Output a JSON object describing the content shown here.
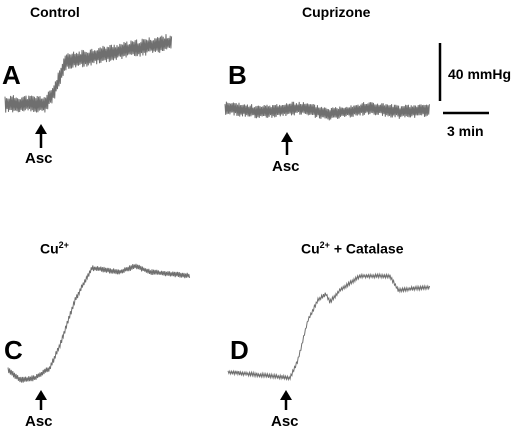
{
  "titles": {
    "control": "Control",
    "cuprizone": "Cuprizone",
    "cu_base": "Cu",
    "cu_sup": "2+",
    "cu_catalase_suffix": " + Catalase"
  },
  "panel_letters": {
    "a": "A",
    "b": "B",
    "c": "C",
    "d": "D"
  },
  "stimulus_label": "Asc",
  "scale_bar": {
    "vertical_label": "40 mmHg",
    "horizontal_label": "3 min"
  },
  "colors": {
    "trace": "#6f6f6f",
    "ink": "#000000"
  }
}
